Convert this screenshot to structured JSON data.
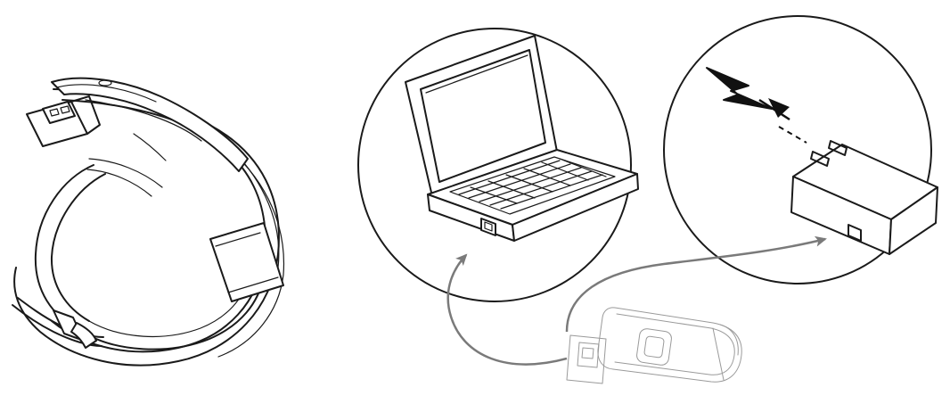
{
  "diagram": {
    "panels": [
      {
        "id": "wristband",
        "icon": "fitness-band-with-usb-connector"
      },
      {
        "id": "computer",
        "icon": "laptop-usb-port"
      },
      {
        "id": "power",
        "icon": "wall-adapter-with-lightning"
      },
      {
        "id": "device",
        "icon": "detached-tracker-with-usb-plug"
      }
    ],
    "connections": [
      {
        "from": "device",
        "to": "computer",
        "style": "curved-arrow"
      },
      {
        "from": "device",
        "to": "power",
        "style": "curved-arrow"
      }
    ],
    "colors": {
      "line": "#1a1a1a",
      "arrow": "#7a7a7a",
      "faint": "#9a9a9a",
      "background": "#ffffff"
    }
  }
}
